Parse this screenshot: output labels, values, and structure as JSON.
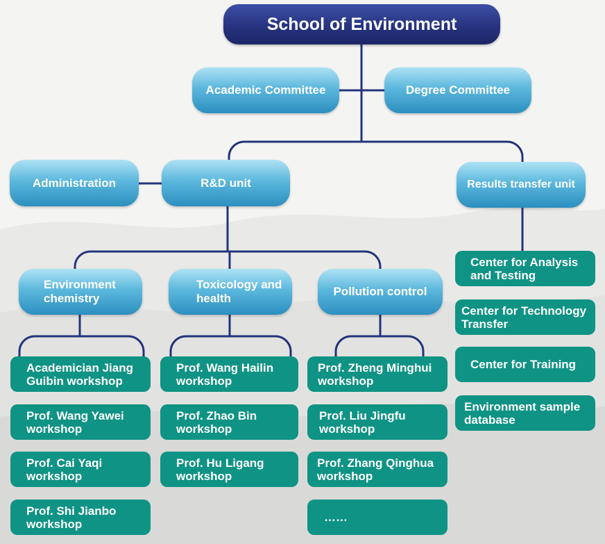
{
  "root": "School of Environment",
  "committees": {
    "academic": "Academic Committee",
    "degree": "Degree Committee"
  },
  "units": {
    "administration": "Administration",
    "rd": "R&D unit",
    "transfer": "Results transfer unit"
  },
  "divisions": {
    "env_chem": "Environment chemistry",
    "toxicology": "Toxicology and health",
    "pollution": "Pollution control"
  },
  "workshops": {
    "env_chem": [
      "Academician Jiang Guibin workshop",
      "Prof. Wang Yawei workshop",
      "Prof. Cai Yaqi workshop",
      "Prof. Shi Jianbo workshop"
    ],
    "toxicology": [
      "Prof. Wang Hailin workshop",
      "Prof. Zhao Bin workshop",
      "Prof. Hu Ligang workshop"
    ],
    "pollution": [
      "Prof. Zheng Minghui workshop",
      "Prof. Liu Jingfu workshop",
      "Prof. Zhang Qinghua workshop",
      "……"
    ]
  },
  "centers": [
    "Center for Analysis and Testing",
    "Center for Technology Transfer",
    "Center for Training",
    "Environment sample database"
  ],
  "colors": {
    "root": "#27337f",
    "pill": "#5cb8dd",
    "leaf": "#0f9384",
    "connector": "#24347a"
  }
}
